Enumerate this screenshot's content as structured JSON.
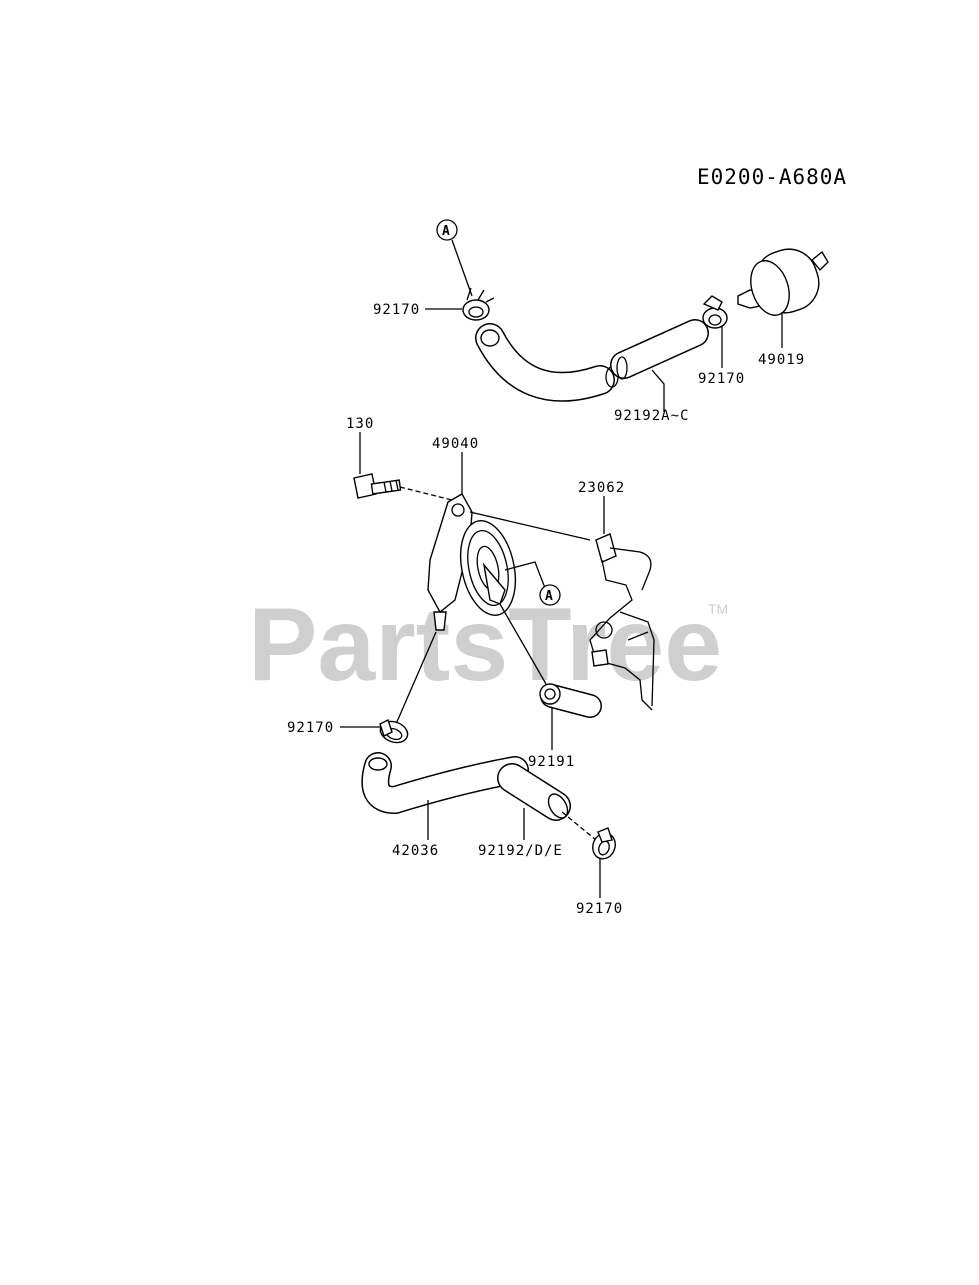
{
  "diagram_code": "E0200-A680A",
  "ref_marker": "A",
  "watermark": {
    "brand": "PartsTree",
    "mark": "TM"
  },
  "labels": {
    "clamp_top_left": "92170",
    "clamp_top_right": "92170",
    "fuel_filter": "49019",
    "hose_top": "92192A~C",
    "bolt": "130",
    "fuel_pump": "49040",
    "bracket": "23062",
    "clamp_mid_left": "92170",
    "cap": "92191",
    "pipe": "42036",
    "hose_bottom": "92192/D/E",
    "clamp_bottom": "92170"
  }
}
